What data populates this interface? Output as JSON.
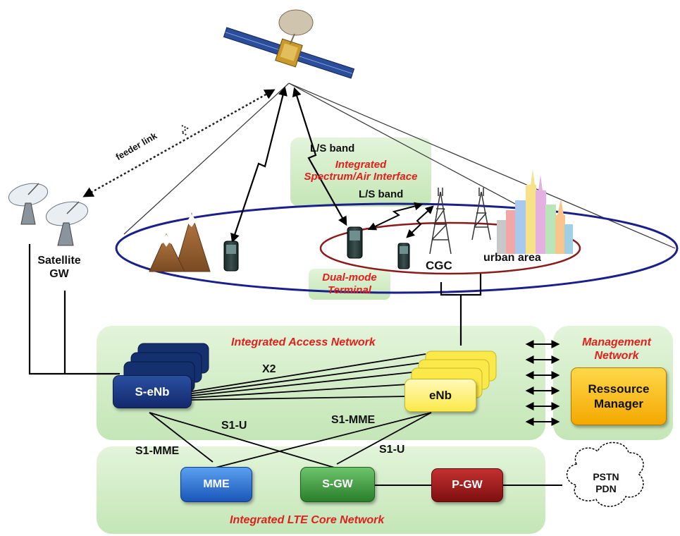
{
  "labels": {
    "feeder_link": "feeder link",
    "ls_band_top": "L/S band",
    "integrated_spectrum": "Integrated\nSpectrum/Air Interface",
    "ls_band_mid": "L/S band",
    "satellite_gw": "Satellite\nGW",
    "cgc": "CGC",
    "urban_area": "urban area",
    "dual_mode_terminal": "Dual-mode\nTerminal",
    "integrated_access_network": "Integrated Access Network",
    "management_network": "Management\nNetwork",
    "x2": "X2",
    "s_enb": "S-eNb",
    "enb": "eNb",
    "ressource_manager": "Ressource\nManager",
    "s1_u_left": "S1-U",
    "s1_mme_right": "S1-MME",
    "s1_mme_left": "S1-MME",
    "s1_u_right": "S1-U",
    "mme": "MME",
    "s_gw": "S-GW",
    "p_gw": "P-GW",
    "pstn_pdn": "PSTN\nPDN",
    "integrated_lte_core": "Integrated LTE Core Network"
  },
  "colors": {
    "accent_red": "#e0201c",
    "ellipse_blue": "#1a1f8c",
    "ellipse_dark_red": "#8b1a1a",
    "s_enb": "#1b3a8a",
    "enb": "#fbe94a",
    "mme": "#2e6fd0",
    "s_gw": "#3b9a3b",
    "p_gw": "#9a1414",
    "ressource_manager": "#f7b500",
    "panel_green": "#d2ecc7"
  },
  "icons": [
    "satellite-icon",
    "dish-antenna-icon",
    "mountain-icon",
    "mobile-phone-icon",
    "cell-tower-icon",
    "city-skyline-icon",
    "cloud-icon"
  ]
}
